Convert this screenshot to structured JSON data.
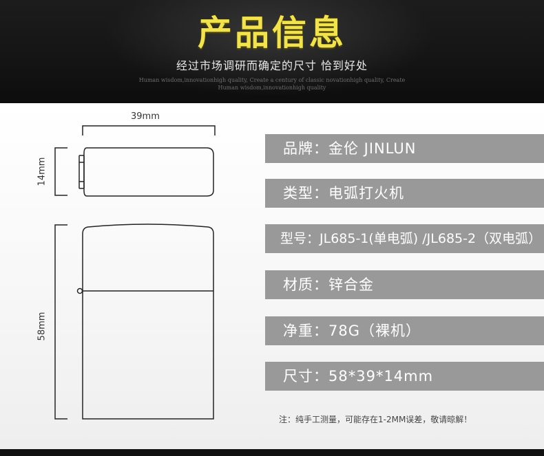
{
  "header": {
    "title": "产品信息",
    "subtitle": "经过市场调研而确定的尺寸 恰到好处",
    "english_line1": "Human wisdom,innovationhigh quality, Create a century of classic novationhigh quality, Create",
    "english_line2": "Human wisdom,innovationhigh quality"
  },
  "diagram": {
    "width_label": "39mm",
    "depth_label": "14mm",
    "height_label": "58mm"
  },
  "specs": [
    {
      "text": "品牌：金伦 JINLUN"
    },
    {
      "text": "类型：电弧打火机"
    },
    {
      "text": "型号：JL685-1(单电弧) /JL685-2（双电弧）"
    },
    {
      "text": "材质：锌合金"
    },
    {
      "text": "净重：78G（裸机）"
    },
    {
      "text": "尺寸：58*39*14mm"
    }
  ],
  "note": "注：纯手工测量，可能存在1-2MM误差，敬请晾解！",
  "colors": {
    "title_yellow": "#f2e34a",
    "spec_bar_gray": "#999999",
    "header_dark": "#151515"
  }
}
